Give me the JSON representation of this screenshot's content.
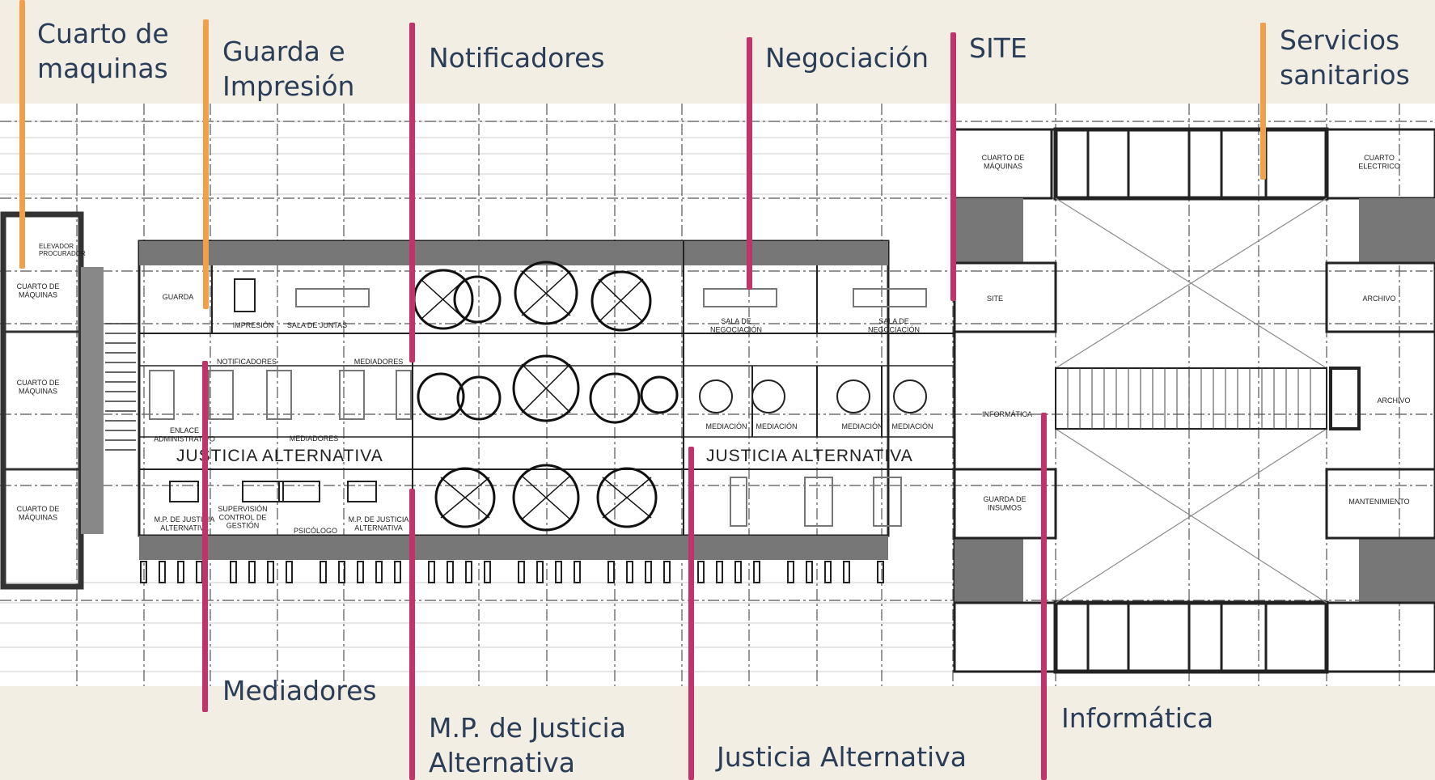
{
  "plan_labels": {
    "cuarto_maquinas_right": "CUARTO DE\nMÁQUINAS",
    "cuarto_electrico": "CUARTO\nELECTRICO",
    "elevador": "ELEVADOR\nPROCURADOR",
    "cuarto_maquinas_left_1": "CUARTO DE\nMÁQUINAS",
    "cuarto_maquinas_left_2": "CUARTO DE\nMÁQUINAS",
    "cuarto_maquinas_left_3": "CUARTO DE\nMÁQUINAS",
    "guarda": "GUARDA",
    "impresion": "IMPRESIÓN",
    "sala_juntas": "SALA DE JUNTAS",
    "sala_negociacion_1": "SALA DE\nNEGOCIACIÓN",
    "sala_negociacion_2": "SALA DE\nNEGOCIACIÓN",
    "site": "SITE",
    "archivo_1": "ARCHIVO",
    "archivo_2": "ARCHIVO",
    "notificadores": "NOTIFICADORES",
    "mediadores_top": "MEDIADORES",
    "mediadores_mid": "MEDIADORES",
    "enlace": "ENLACE\nADMINISTRATIVO",
    "mediacion": [
      "MEDIACIÓN",
      "MEDIACIÓN",
      "MEDIACIÓN",
      "MEDIACIÓN"
    ],
    "informatica": "INFORMÁTICA",
    "justicia_alternativa_1": "JUSTICIA ALTERNATIVA",
    "justicia_alternativa_2": "JUSTICIA ALTERNATIVA",
    "guarda_insumos": "GUARDA DE\nINSUMOS",
    "mantenimiento": "MANTENIMIENTO",
    "mp_justicia_1": "M.P. DE JUSTICIA\nALTERNATIVA",
    "supervision": "SUPERVISIÓN\nCONTROL DE\nGESTIÓN",
    "psicologo": "PSICÓLOGO",
    "mp_justicia_2": "M.P. DE JUSTICIA\nALTERNATIVA"
  },
  "callouts": [
    {
      "id": "cuarto-de-maquinas",
      "text": "Cuarto de\nmaquinas",
      "color": "#f0a04b"
    },
    {
      "id": "guarda-e-impresion",
      "text": "Guarda e\nImpresión",
      "color": "#f0a04b"
    },
    {
      "id": "notificadores",
      "text": "Notificadores",
      "color": "#c0336b"
    },
    {
      "id": "negociacion",
      "text": "Negociación",
      "color": "#c0336b"
    },
    {
      "id": "site",
      "text": "SITE",
      "color": "#c0336b"
    },
    {
      "id": "servicios-sanitarios",
      "text": "Servicios\nsanitarios",
      "color": "#f0a04b"
    },
    {
      "id": "mediadores",
      "text": "Mediadores",
      "color": "#c0336b"
    },
    {
      "id": "mp-justicia-alternativa",
      "text": "M.P. de Justicia\nAlternativa",
      "color": "#c0336b"
    },
    {
      "id": "justicia-alternativa",
      "text": "Justicia Alternativa",
      "color": "#c0336b"
    },
    {
      "id": "informatica",
      "text": "Informática",
      "color": "#c0336b"
    }
  ],
  "colors": {
    "orange": "#f0a04b",
    "magenta": "#c0336b",
    "label_text": "#2a3d58"
  }
}
